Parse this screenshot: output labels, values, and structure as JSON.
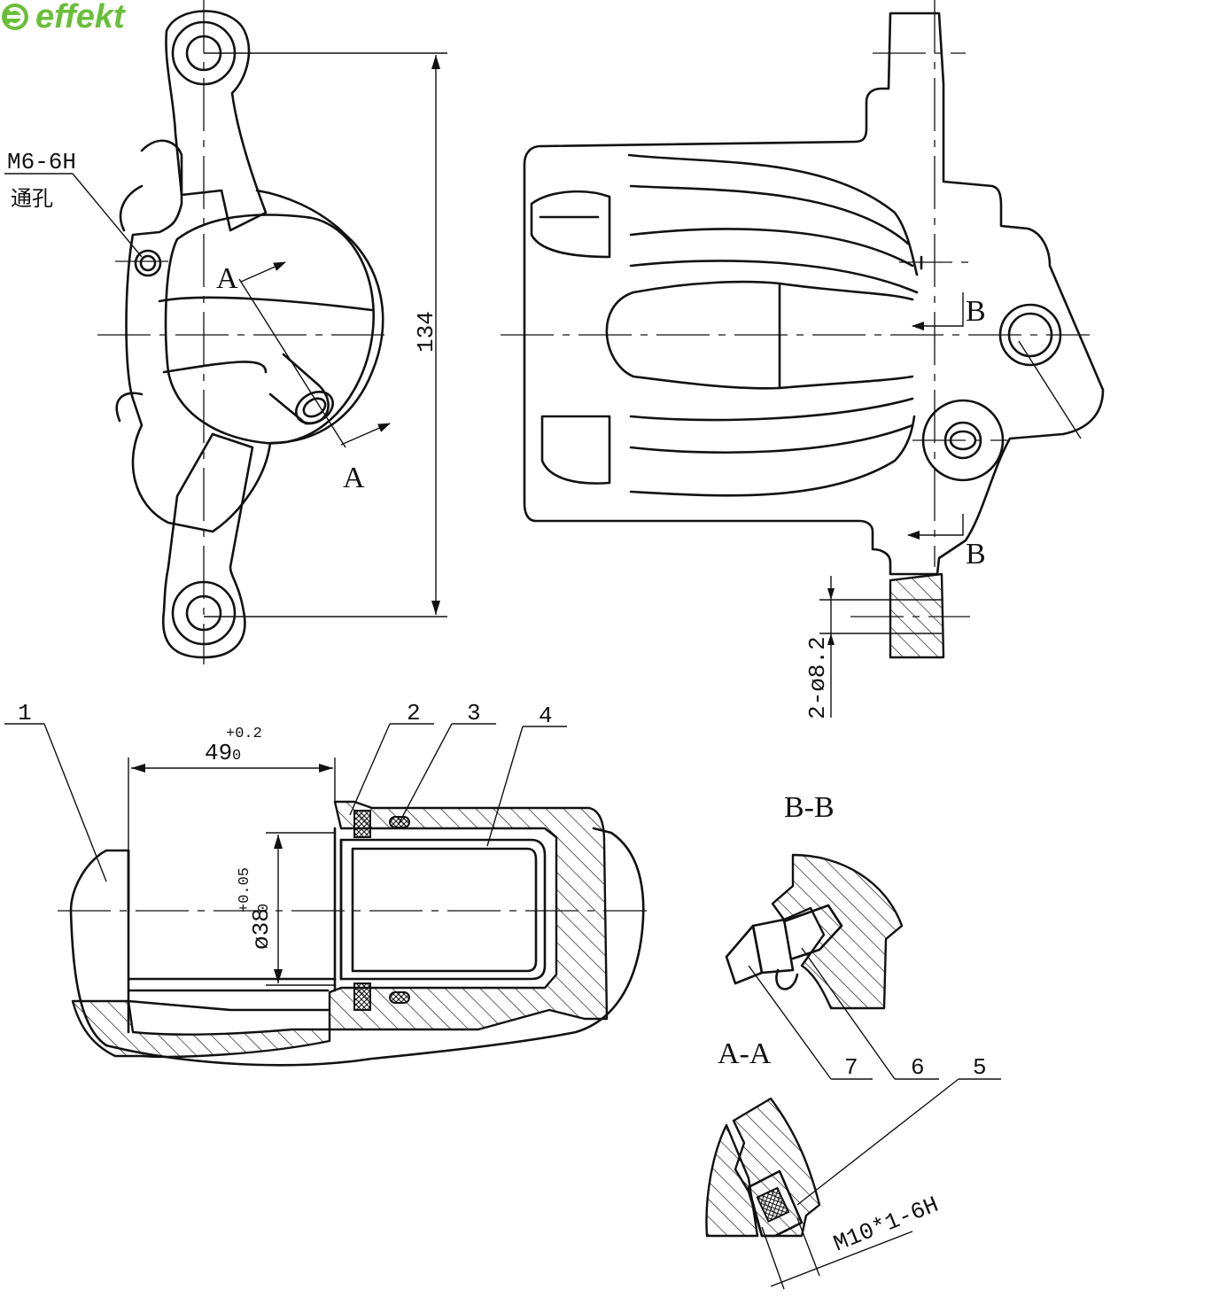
{
  "brand": {
    "name": "effekt",
    "color": "#6abf3a"
  },
  "views": {
    "side": {
      "thread_note": "M6-6H",
      "thread_note_cn": "通孔",
      "section_mark_top": "A",
      "section_mark_bottom": "A",
      "overall_height": "134"
    },
    "front": {
      "section_mark_top": "B",
      "section_mark_bottom": "B",
      "hole_spec": "2-ø8.2"
    },
    "section_main": {
      "depth_value": "49",
      "depth_tol_upper": "+0.2",
      "depth_tol_lower": "0",
      "bore_value": "ø38",
      "bore_tol_upper": "+0.05",
      "bore_tol_lower": "0",
      "callouts": [
        "1",
        "2",
        "3",
        "4"
      ]
    },
    "section_bb": {
      "title": "B-B",
      "callouts": [
        "7",
        "6",
        "5"
      ]
    },
    "section_aa": {
      "title": "A-A",
      "thread": "M10*1-6H"
    }
  }
}
